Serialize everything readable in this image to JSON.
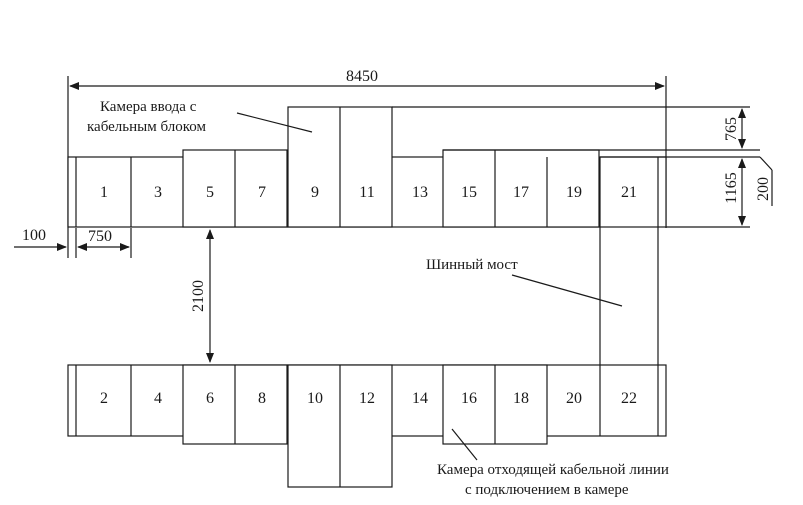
{
  "cells_top": [
    "1",
    "3",
    "5",
    "7",
    "9",
    "11",
    "13",
    "15",
    "17",
    "19",
    "21"
  ],
  "cells_bottom": [
    "2",
    "4",
    "6",
    "8",
    "10",
    "12",
    "14",
    "16",
    "18",
    "20",
    "22"
  ],
  "dimensions": {
    "overall_width": "8450",
    "upper_offset": "765",
    "row_height": "1165",
    "busbar_gap": "200",
    "left_margin": "100",
    "cell_width": "750",
    "row_spacing": "2100"
  },
  "labels": {
    "input_chamber_line1": "Камера ввода с",
    "input_chamber_line2": "кабельным блоком",
    "busbar_bridge": "Шинный мост",
    "outgoing_chamber_line1": "Камера отходящей кабельной линии",
    "outgoing_chamber_line2": "с подключением в камере"
  }
}
